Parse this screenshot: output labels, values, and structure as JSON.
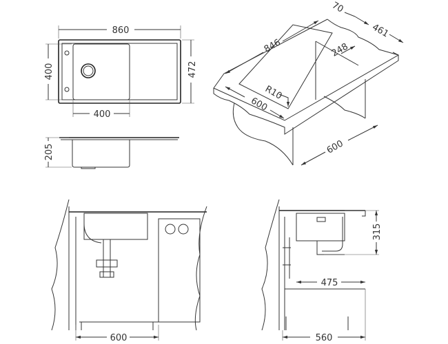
{
  "top_view": {
    "width": "860",
    "depth": "472",
    "bowl_depth": "400",
    "bowl_width": "400"
  },
  "side_view": {
    "height": "205"
  },
  "iso_view": {
    "length": "846",
    "rim": "70",
    "depth_back": "461",
    "bowl_inner": "248",
    "radius": "R10",
    "counter_depth": "600",
    "cabinet_width": "600"
  },
  "front_install": {
    "cabinet_width": "600"
  },
  "side_install": {
    "cabinet_depth": "560",
    "drain_offset": "475",
    "drain_height": "315"
  }
}
